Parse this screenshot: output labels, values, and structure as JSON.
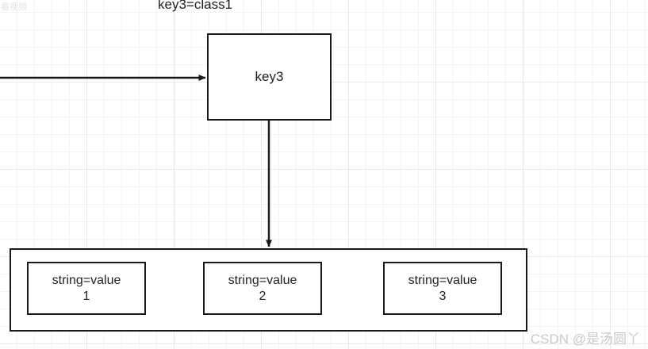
{
  "diagram": {
    "top_label": "key3=class1",
    "root_node": {
      "label": "key3"
    },
    "container": {
      "items": [
        {
          "line1": "string=value",
          "line2": "1"
        },
        {
          "line1": "string=value",
          "line2": "2"
        },
        {
          "line1": "string=value",
          "line2": "3"
        }
      ]
    },
    "colors": {
      "stroke": "#1a1a1a",
      "fill": "#ffffff",
      "grid_minor": "#f4f4f4",
      "grid_major": "#e9e9e9",
      "text": "#1f1f1f"
    }
  },
  "watermarks": {
    "top_left": "看视频",
    "bottom_right": "CSDN @是汤圆丫"
  }
}
